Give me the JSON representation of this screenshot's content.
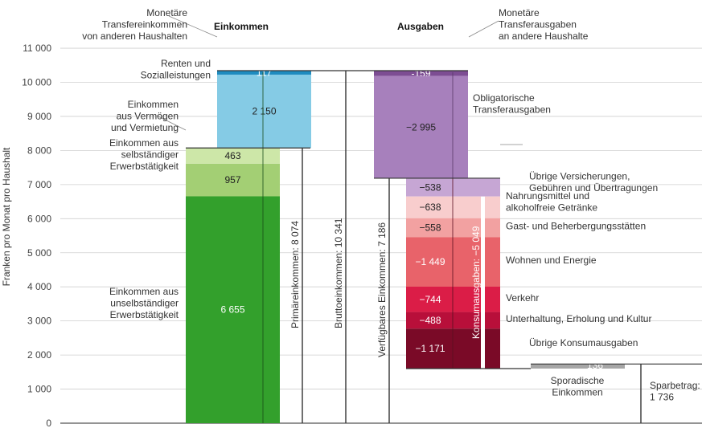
{
  "chart_data": {
    "type": "bar",
    "ylabel": "Franken pro Monat pro Haushalt",
    "ylim": [
      0,
      11000
    ],
    "yticks": [
      {
        "value": 0,
        "label": "0"
      },
      {
        "value": 1000,
        "label": "1 000"
      },
      {
        "value": 2000,
        "label": "2 000"
      },
      {
        "value": 3000,
        "label": "3 000"
      },
      {
        "value": 4000,
        "label": "4 000"
      },
      {
        "value": 5000,
        "label": "5 000"
      },
      {
        "value": 6000,
        "label": "6 000"
      },
      {
        "value": 7000,
        "label": "7 000"
      },
      {
        "value": 8000,
        "label": "8 000"
      },
      {
        "value": 9000,
        "label": "9 000"
      },
      {
        "value": 10000,
        "label": "10 000"
      },
      {
        "value": 11000,
        "label": "11 000"
      }
    ],
    "grid": true,
    "headers": {
      "income": "Einkommen",
      "expenses": "Ausgaben"
    },
    "income_segments": [
      {
        "label": "Einkommen aus\nunselbständiger\nErwerbstätigkeit",
        "value": 6655,
        "value_label": "6 655",
        "color": "#33a02c"
      },
      {
        "label": "Einkommen aus\nselbständiger\nErwerbstätigkeit",
        "value": 957,
        "value_label": "957",
        "color": "#a3cf74"
      },
      {
        "label": "Einkommen\naus Vermögen\nund Vermietung",
        "value": 463,
        "value_label": "463",
        "color": "#cde7a8"
      },
      {
        "label": "Renten und\nSozialleistungen",
        "value": 2150,
        "value_label": "2 150",
        "color": "#85cbe5"
      },
      {
        "label": "Monetäre\nTransfereinkommen\nvon anderen Haushalten",
        "value": 117,
        "value_label": "117",
        "color": "#1e8bbf"
      }
    ],
    "transfer_segments": [
      {
        "label": "Monetäre\nTransferausgaben\nan andere Haushalte",
        "value": -159,
        "value_label": "-159",
        "color": "#7d4d93"
      },
      {
        "label": "Obligatorische\nTransferausgaben",
        "value": -2995,
        "value_label": "−2 995",
        "color": "#a780bc"
      }
    ],
    "consumption_segments": [
      {
        "label": "Übrige Versicherungen,\nGebühren und Übertragungen",
        "value": -538,
        "value_label": "−538",
        "color": "#c6a6d4"
      },
      {
        "label": "Nahrungsmittel und\nalkoholfreie Getränke",
        "value": -638,
        "value_label": "−638",
        "color": "#f8cdcd"
      },
      {
        "label": "Gast- und Beherbergungsstätten",
        "value": -558,
        "value_label": "−558",
        "color": "#f2a1a1"
      },
      {
        "label": "Wohnen und Energie",
        "value": -1449,
        "value_label": "−1 449",
        "color": "#e8636a"
      },
      {
        "label": "Verkehr",
        "value": -744,
        "value_label": "−744",
        "color": "#db1d47"
      },
      {
        "label": "Unterhaltung, Erholung und Kultur",
        "value": -488,
        "value_label": "−488",
        "color": "#b80f3a"
      },
      {
        "label": "Übrige Konsumausgaben",
        "value": -1171,
        "value_label": "−1 171",
        "color": "#7a0a27"
      }
    ],
    "sporadic": {
      "label": "Sporadische\nEinkommen",
      "value": 136,
      "value_label": "136",
      "color": "#a6a6a6"
    },
    "savings": {
      "label": "Sparbetrag:\n1 736",
      "value": 1736
    },
    "totals": [
      {
        "label": "Primäreinkommen: 8 074",
        "value": 8074
      },
      {
        "label": "Bruttoeinkommen: 10 341",
        "value": 10341
      },
      {
        "label": "Verfügbares Einkommen: 7 186",
        "value": 7186
      },
      {
        "label": "Konsumausgaben: −5 049",
        "value": -5049
      }
    ]
  }
}
